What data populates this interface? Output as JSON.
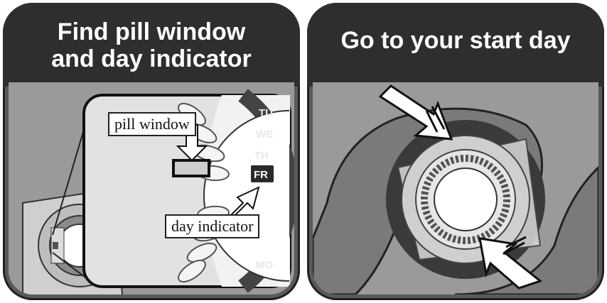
{
  "panels": [
    {
      "title_line1": "Find pill window",
      "title_line2": "and day indicator",
      "labels": {
        "pill_window": "pill window",
        "day_indicator": "day indicator"
      },
      "day_labels": [
        "TU",
        "WE",
        "TH",
        "FR",
        "MO"
      ]
    },
    {
      "title_line1": "Go to your start day"
    }
  ],
  "colors": {
    "banner": "#2e2e2e",
    "frame": "#5a5a5a",
    "scene": "#9a9a9a"
  }
}
